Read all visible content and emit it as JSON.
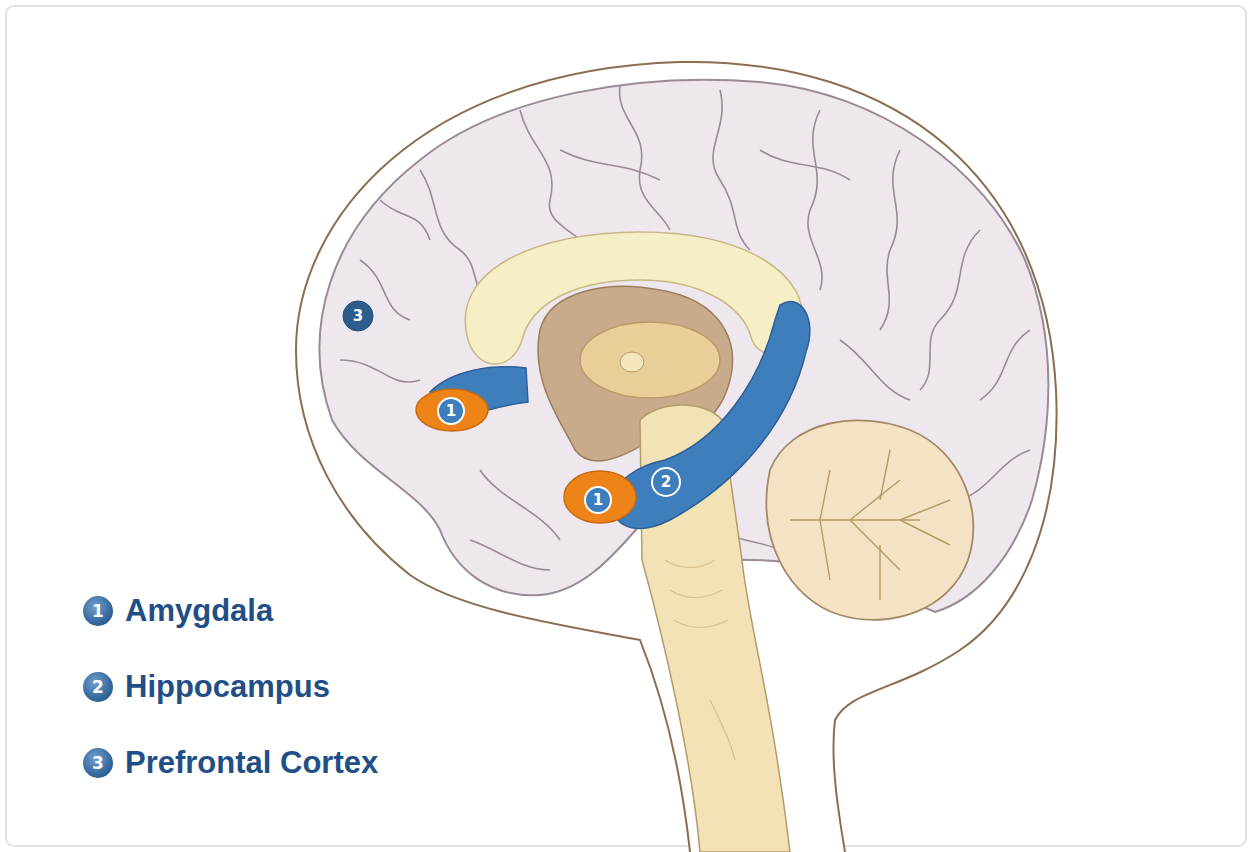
{
  "diagram": {
    "labels": [
      "1",
      "1",
      "2",
      "3",
      "1",
      "Amygdala",
      "2",
      "Hippocampus",
      "3",
      "Prefrontal Cortex"
    ]
  }
}
